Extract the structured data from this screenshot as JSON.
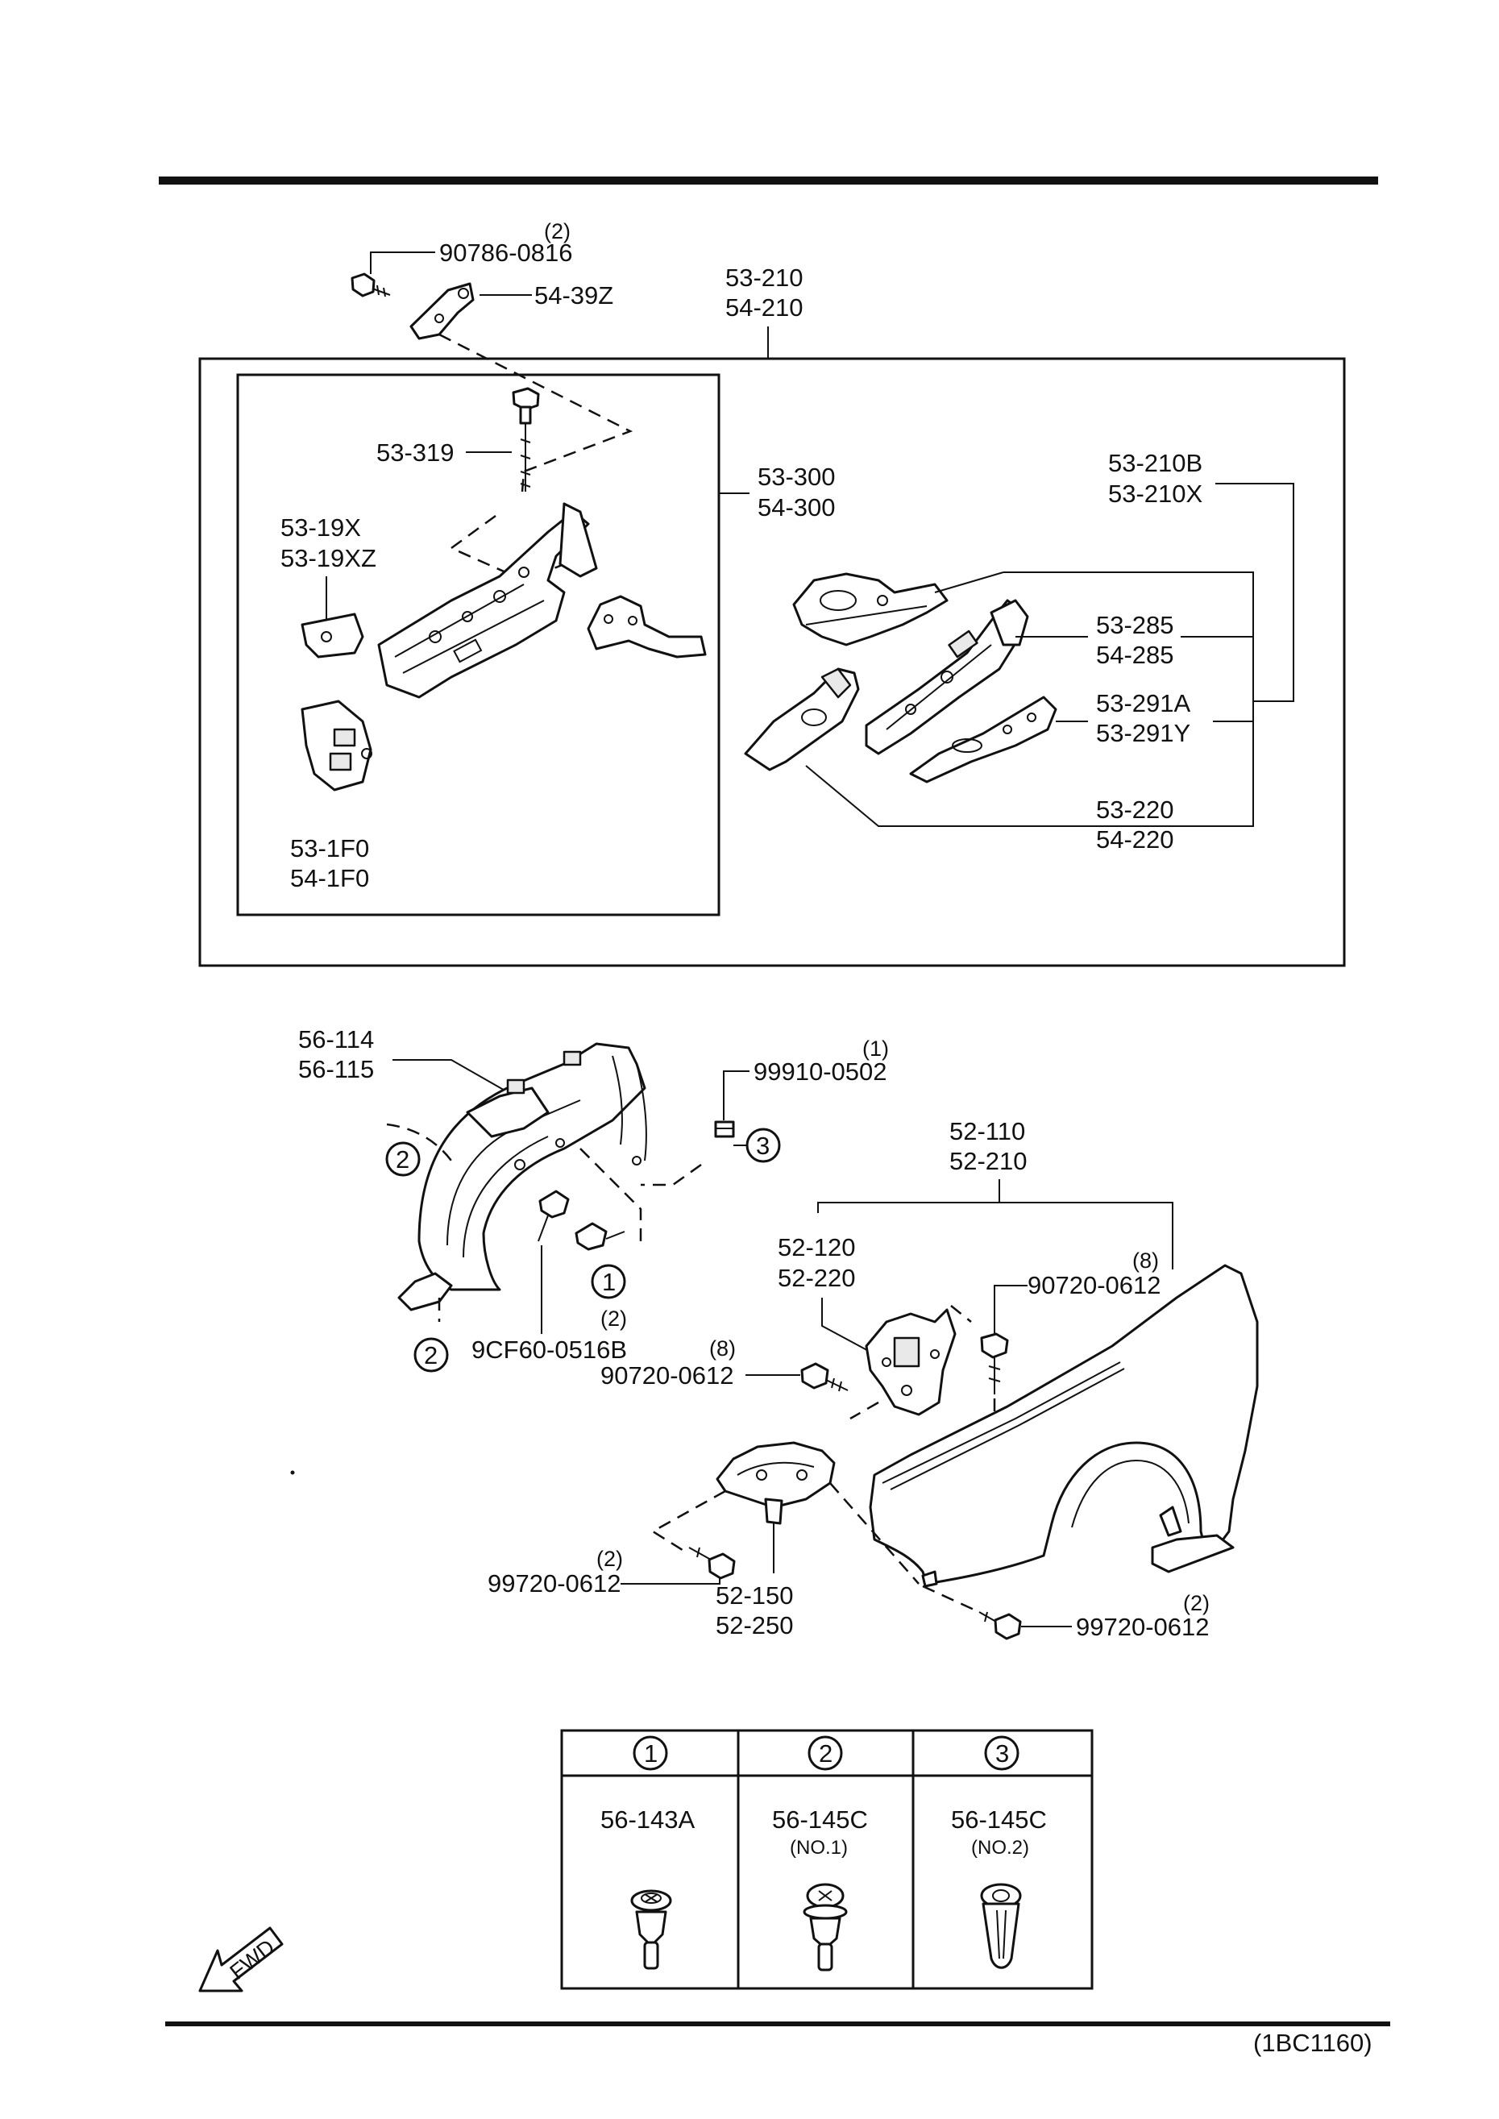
{
  "diagram_code": "(1BC1160)",
  "callouts": {
    "bolt_90786_qty": "(2)",
    "bolt_90786": "90786-0816",
    "bracket_54_39z": "54-39Z",
    "apron_assy_a": "53-210",
    "apron_assy_b": "54-210",
    "bolt_53_319": "53-319",
    "inner_assy_a": "53-300",
    "inner_assy_b": "54-300",
    "bracket_19x_a": "53-19X",
    "bracket_19x_b": "53-19XZ",
    "member_210b": "53-210B",
    "member_210x": "53-210X",
    "member_285_a": "53-285",
    "member_285_b": "54-285",
    "member_291_a": "53-291A",
    "member_291_b": "53-291Y",
    "member_220_a": "53-220",
    "member_220_b": "54-220",
    "gusset_1f0_a": "53-1F0",
    "gusset_1f0_b": "54-1F0",
    "liner_a": "56-114",
    "liner_b": "56-115",
    "nut_qty": "(1)",
    "nut_99910": "99910-0502",
    "fender_a": "52-110",
    "fender_b": "52-210",
    "fbracket_a": "52-120",
    "fbracket_b": "52-220",
    "bolt_90720_top_qty": "(8)",
    "bolt_90720_top": "90720-0612",
    "screw_9cf60_qty": "(2)",
    "screw_9cf60": "9CF60-0516B",
    "bolt_90720_left_qty": "(8)",
    "bolt_90720_left": "90720-0612",
    "bolt_99720_left_qty": "(2)",
    "bolt_99720_left": "99720-0612",
    "lbracket_a": "52-150",
    "lbracket_b": "52-250",
    "bolt_99720_right_qty": "(2)",
    "bolt_99720_right": "99720-0612",
    "ref_1": "1",
    "ref_2": "2",
    "ref_3": "3"
  },
  "legend": [
    {
      "ref": "1",
      "part": "56-143A",
      "note": ""
    },
    {
      "ref": "2",
      "part": "56-145C",
      "note": "(NO.1)"
    },
    {
      "ref": "3",
      "part": "56-145C",
      "note": "(NO.2)"
    }
  ],
  "fwd_label": "FWD"
}
